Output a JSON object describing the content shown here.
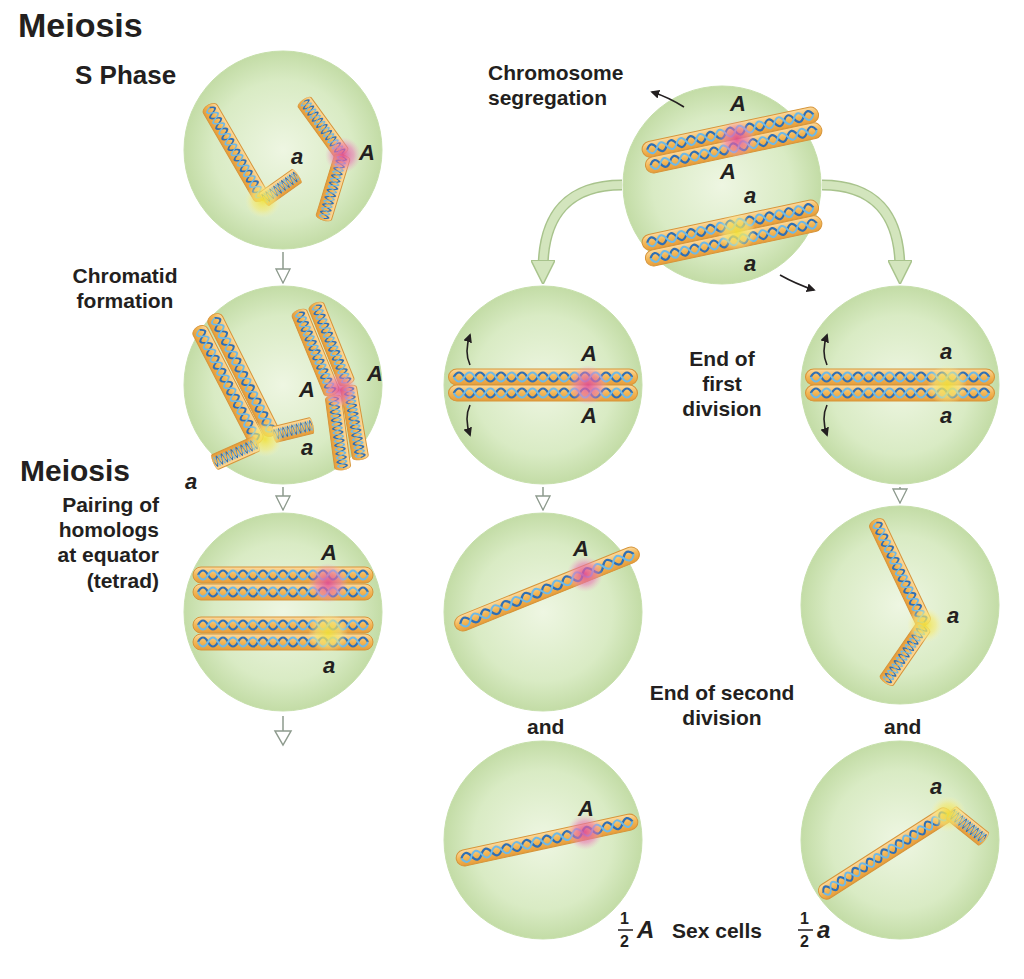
{
  "diagram": {
    "title": "Meiosis",
    "nodes": [
      {
        "text": [
          "S Phase",
          "a",
          "A"
        ]
      },
      {
        "text": [
          "Chromatid formation",
          "a",
          "a",
          "A",
          "A"
        ]
      },
      {
        "text": [
          "Meiosis",
          "Pairing of homologs at equator (tetrad)",
          "A",
          "a"
        ]
      },
      {
        "text": [
          "Chromosome segregation",
          "A",
          "A",
          "a",
          "a"
        ]
      },
      {
        "text": [
          "A",
          "A"
        ]
      },
      {
        "text": [
          "a",
          "a"
        ]
      },
      {
        "text": [
          "A"
        ]
      },
      {
        "text": [
          "a"
        ]
      },
      {
        "text": [
          "A"
        ]
      },
      {
        "text": [
          "a"
        ]
      }
    ],
    "edges": [
      {
        "from": 0,
        "to": 1,
        "arrow": "to"
      },
      {
        "from": 1,
        "to": 2,
        "arrow": "to"
      },
      {
        "from": 3,
        "to": 4,
        "arrow": "to"
      },
      {
        "from": 3,
        "to": 5,
        "arrow": "to"
      },
      {
        "from": 4,
        "to": 6,
        "arrow": "to"
      },
      {
        "from": 5,
        "to": 7,
        "arrow": "to"
      }
    ],
    "labels": [
      "End of first division",
      "and",
      "End of second division",
      "and",
      "1",
      "2",
      "A",
      "Sex cells",
      "1",
      "2",
      "a"
    ]
  }
}
